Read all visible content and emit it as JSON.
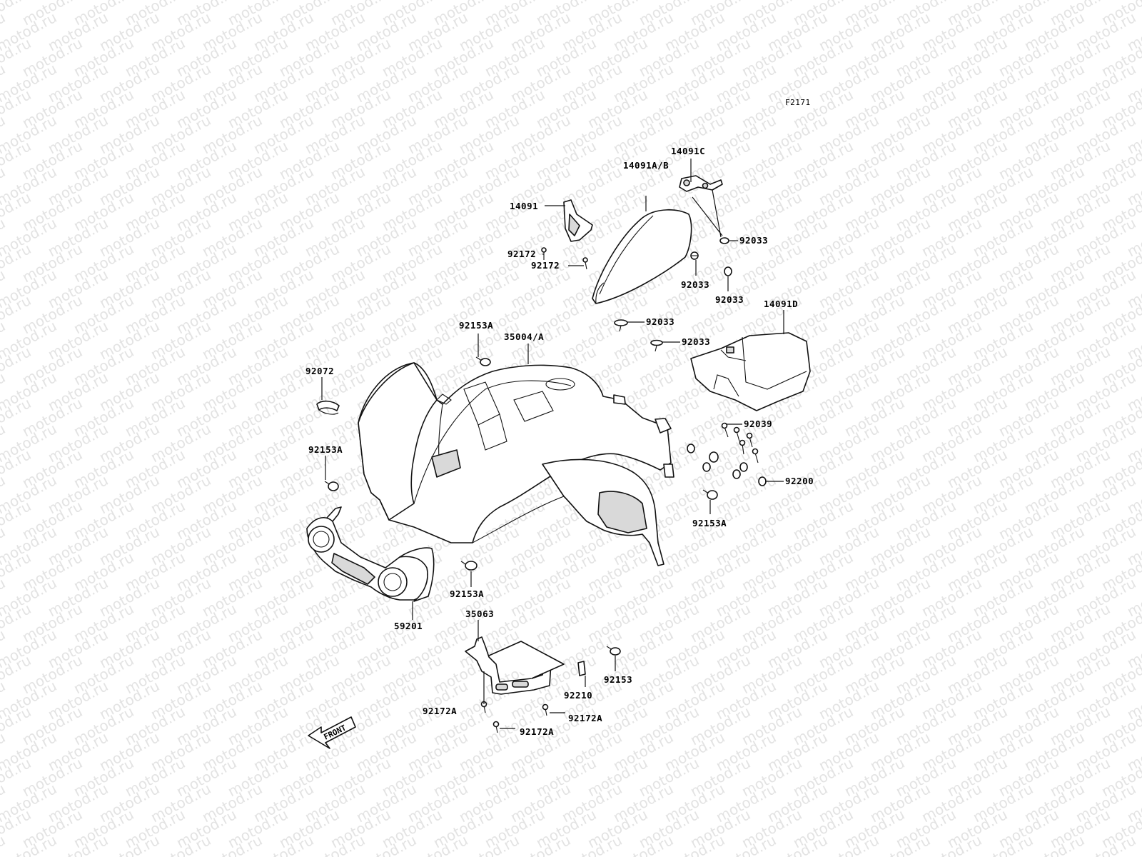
{
  "watermark": {
    "text": "motod.ru"
  },
  "figure": {
    "code": "F2171"
  },
  "direction_arrow": {
    "label": "FRONT"
  },
  "callouts": [
    {
      "id": "c-14091c",
      "label": "14091C"
    },
    {
      "id": "c-14091ab",
      "label": "14091A/B"
    },
    {
      "id": "c-14091",
      "label": "14091"
    },
    {
      "id": "c-92033-a",
      "label": "92033"
    },
    {
      "id": "c-92172-a",
      "label": "92172"
    },
    {
      "id": "c-92172-b",
      "label": "92172"
    },
    {
      "id": "c-92033-b",
      "label": "92033"
    },
    {
      "id": "c-92033-c",
      "label": "92033"
    },
    {
      "id": "c-92033-d",
      "label": "92033"
    },
    {
      "id": "c-14091d",
      "label": "14091D"
    },
    {
      "id": "c-92033-e",
      "label": "92033"
    },
    {
      "id": "c-92153a-a",
      "label": "92153A"
    },
    {
      "id": "c-35004a",
      "label": "35004/A"
    },
    {
      "id": "c-92072",
      "label": "92072"
    },
    {
      "id": "c-92039",
      "label": "92039"
    },
    {
      "id": "c-92153a-b",
      "label": "92153A"
    },
    {
      "id": "c-92200",
      "label": "92200"
    },
    {
      "id": "c-92153a-c",
      "label": "92153A"
    },
    {
      "id": "c-92153a-d",
      "label": "92153A"
    },
    {
      "id": "c-59201",
      "label": "59201"
    },
    {
      "id": "c-35063",
      "label": "35063"
    },
    {
      "id": "c-92153",
      "label": "92153"
    },
    {
      "id": "c-92210",
      "label": "92210"
    },
    {
      "id": "c-92172a-a",
      "label": "92172A"
    },
    {
      "id": "c-92172a-b",
      "label": "92172A"
    },
    {
      "id": "c-92172a-c",
      "label": "92172A"
    }
  ]
}
